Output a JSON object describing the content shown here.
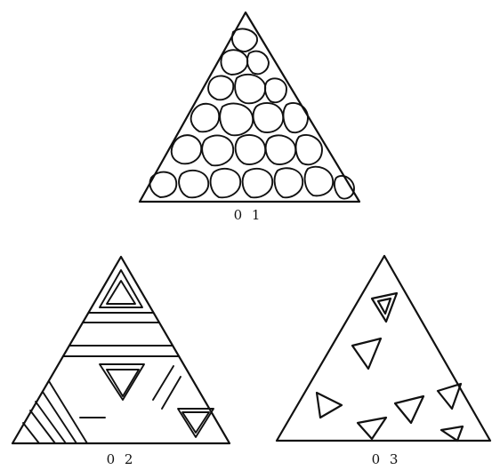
{
  "figure": {
    "panels": [
      {
        "id": "panel-1",
        "label": "0 1"
      },
      {
        "id": "panel-2",
        "label": "0 2"
      },
      {
        "id": "panel-3",
        "label": "0 3"
      }
    ]
  }
}
